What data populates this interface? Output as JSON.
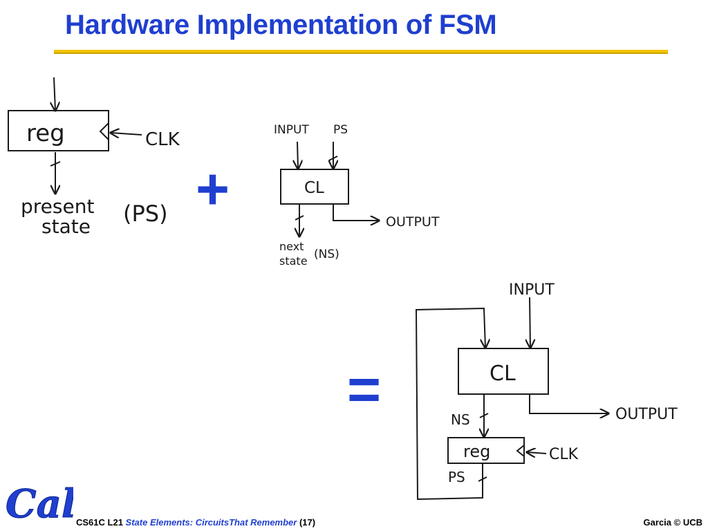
{
  "slide": {
    "title": "Hardware Implementation of FSM"
  },
  "left_diagram": {
    "block_label": "reg",
    "clk_label": "CLK",
    "output_label_line1": "present",
    "output_label_line2": "state",
    "output_abbrev": "(PS)"
  },
  "plus_sign": "+",
  "middle_diagram": {
    "block_label": "CL",
    "input_label": "INPUT",
    "ps_label": "PS",
    "output_label": "OUTPUT",
    "next_line1": "next",
    "next_line2": "state",
    "next_abbrev": "(NS)"
  },
  "equals_sign": "=",
  "combined_diagram": {
    "input_label": "INPUT",
    "cl_label": "CL",
    "output_label": "OUTPUT",
    "ns_label": "NS",
    "reg_label": "reg",
    "clk_label": "CLK",
    "ps_label": "PS"
  },
  "footer": {
    "course": "CS61C L21",
    "topic": "State Elements: CircuitsThat Remember",
    "page": "(17)",
    "credit": "Garcia © UCB"
  },
  "logo": {
    "text": "Cal",
    "color": "#1f3fd0"
  }
}
